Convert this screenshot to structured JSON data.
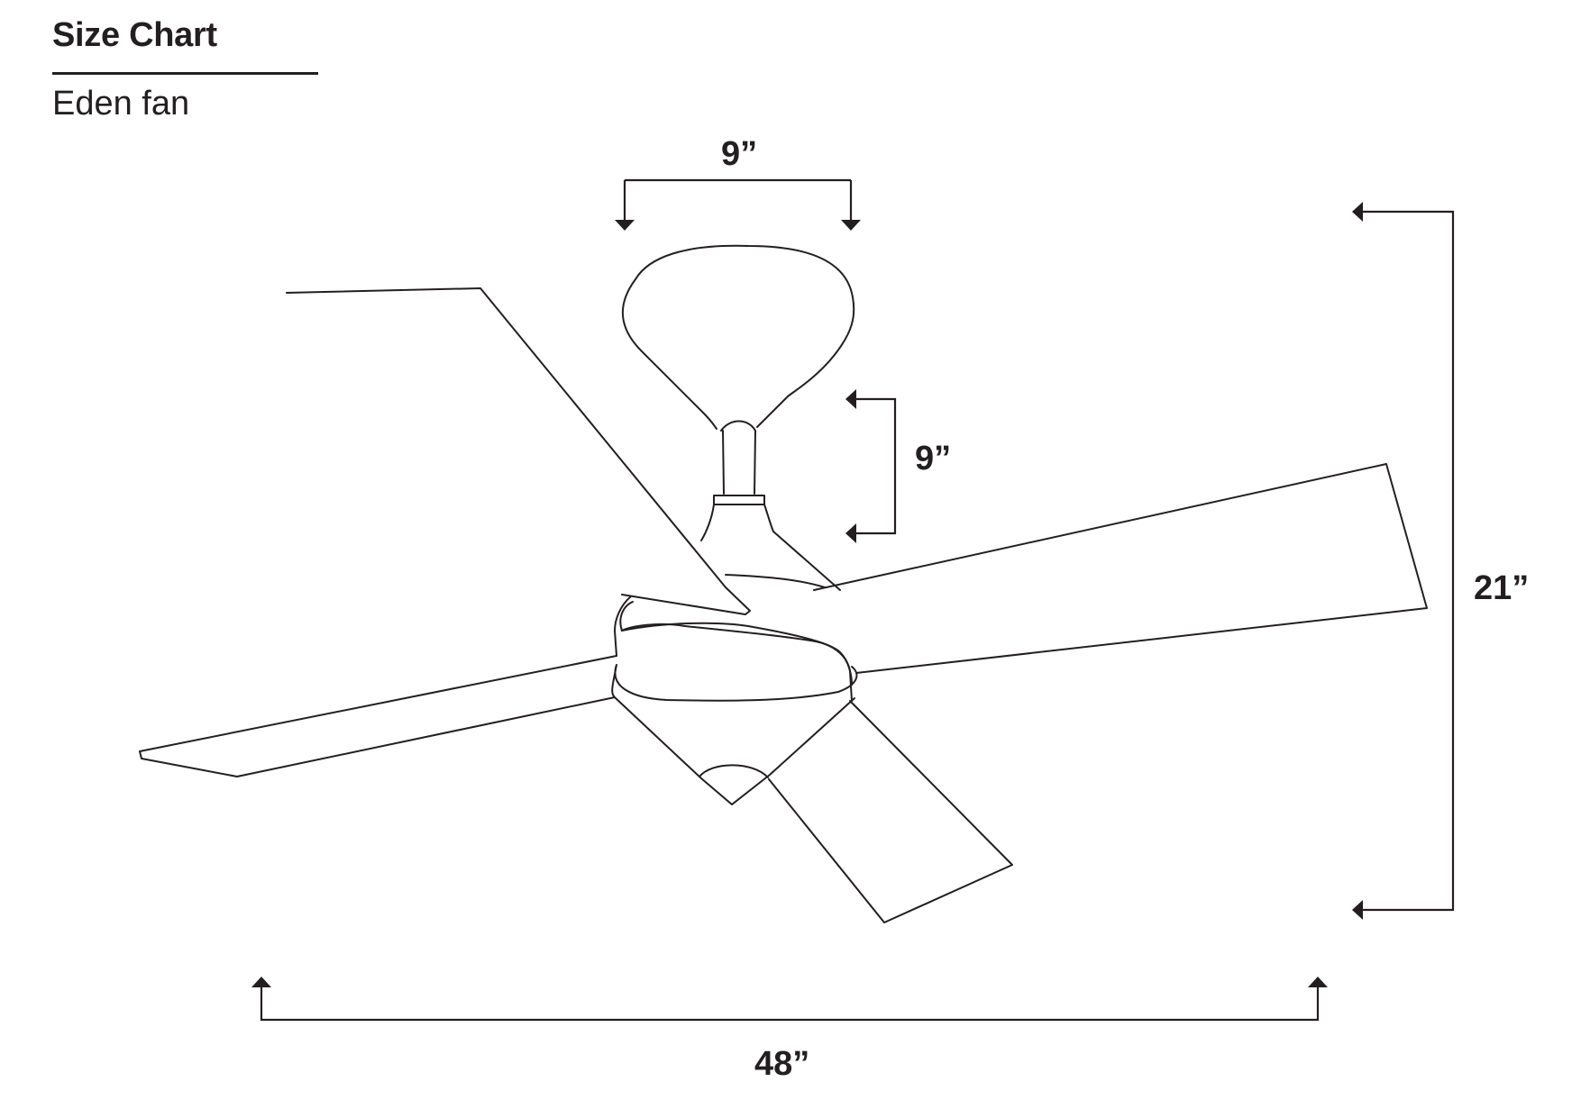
{
  "header": {
    "title": "Size Chart",
    "subtitle": "Eden fan"
  },
  "dimensions": {
    "canopy_width": "9”",
    "downrod_height": "9”",
    "total_height": "21”",
    "blade_span": "48”"
  },
  "colors": {
    "line": "#231f20",
    "background": "#ffffff"
  }
}
